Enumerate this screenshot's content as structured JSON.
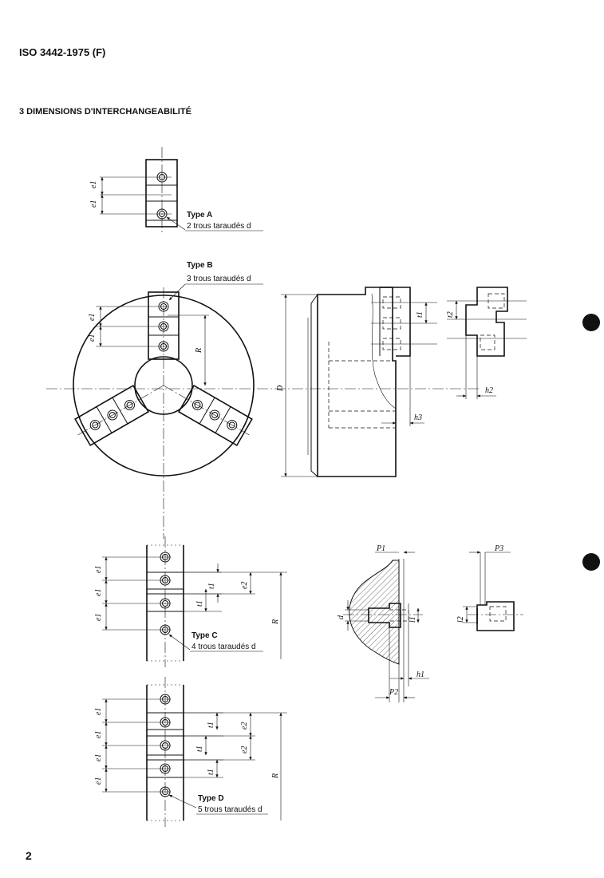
{
  "header": {
    "standard_ref": "ISO 3442-1975 (F)",
    "section_title": "3  DIMENSIONS D'INTERCHANGEABILITÉ",
    "page_number": "2"
  },
  "types": {
    "a": {
      "title": "Type A",
      "desc": "2 trous taraudés d"
    },
    "b": {
      "title": "Type B",
      "desc": "3 trous taraudés d"
    },
    "c": {
      "title": "Type C",
      "desc": "4 trous taraudés d"
    },
    "d": {
      "title": "Type D",
      "desc": "5 trous taraudés d"
    }
  },
  "symbols": {
    "e1": "e1",
    "e2": "e2",
    "t1": "t1",
    "t2": "t2",
    "R": "R",
    "D": "D",
    "d": "d",
    "h1": "h1",
    "h2": "h2",
    "h3": "h3",
    "P1": "P1",
    "P2": "P2",
    "P3": "P3",
    "l1": "l1",
    "l2": "l2"
  }
}
